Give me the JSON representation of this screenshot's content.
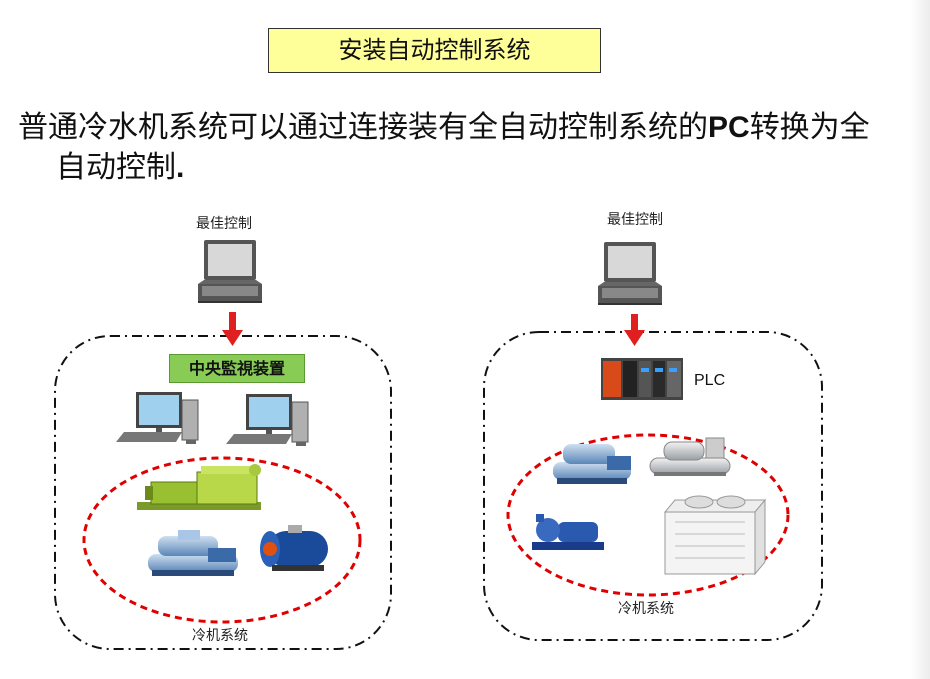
{
  "title": "安装自动控制系统",
  "description_prefix": "普通冷水机系统可以通过连接装有全自动控制系统的",
  "description_bold": "PC",
  "description_mid": "转换为全",
  "description_line2": "自动控制",
  "description_period": ".",
  "left_panel": {
    "top_label": "最佳控制",
    "center_box_label": "中央監視装置",
    "bottom_label": "冷机系统"
  },
  "right_panel": {
    "top_label": "最佳控制",
    "plc_label": "PLC",
    "bottom_label": "冷机系统"
  },
  "colors": {
    "title_bg": "#ffff99",
    "center_box_bg": "#88cc55",
    "arrow": "#e02020",
    "ellipse": "#e00000"
  }
}
